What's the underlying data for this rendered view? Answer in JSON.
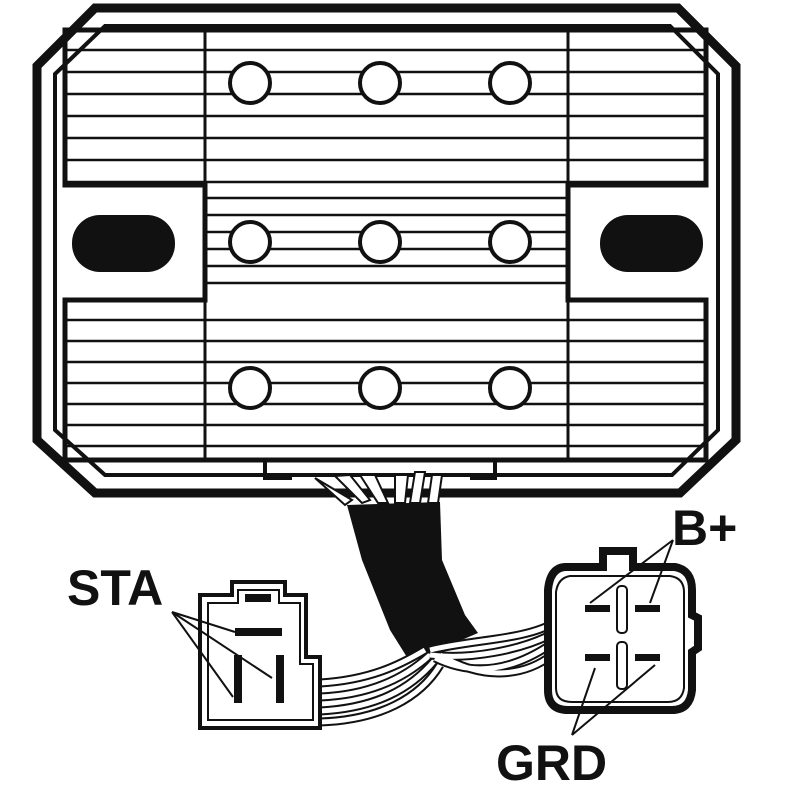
{
  "labels": {
    "sta": "STA",
    "bplus": "B+",
    "grd": "GRD"
  },
  "colors": {
    "ink": "#111111",
    "paper": "#ffffff"
  }
}
